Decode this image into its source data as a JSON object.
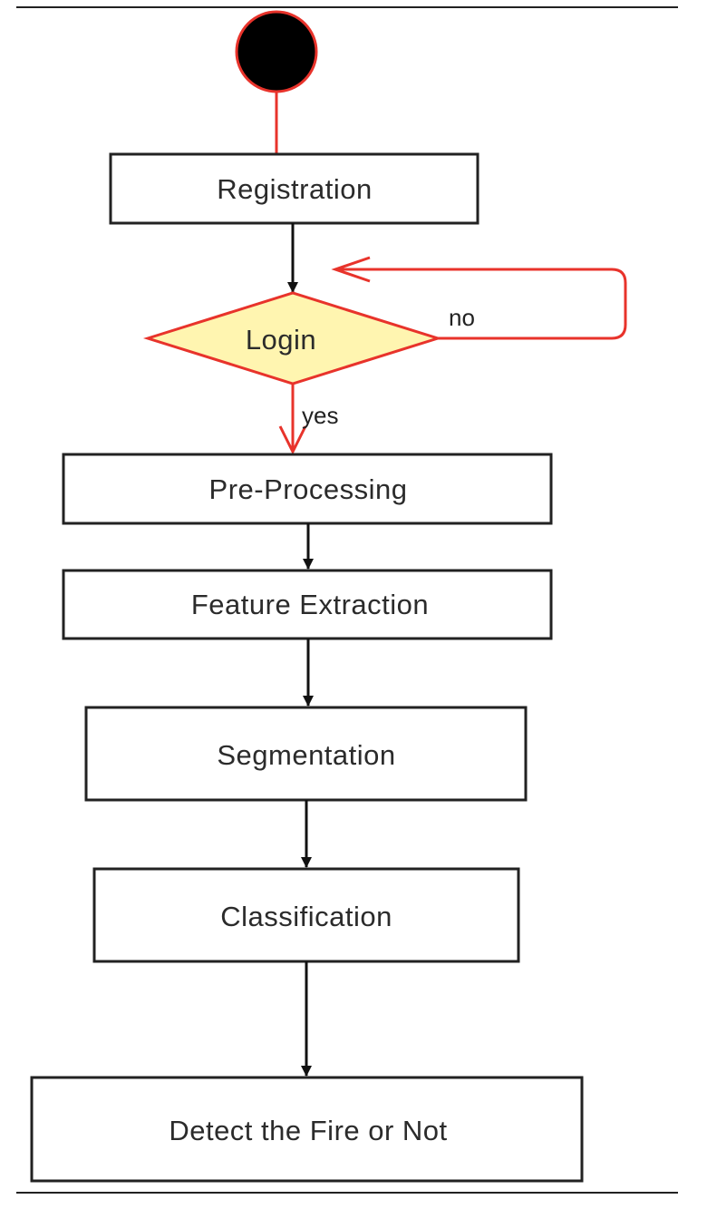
{
  "diagram": {
    "nodes": {
      "registration": "Registration",
      "login": "Login",
      "preprocessing": "Pre-Processing",
      "feature_extraction": "Feature Extraction",
      "segmentation": "Segmentation",
      "classification": "Classification",
      "detect": "Detect the Fire or Not"
    },
    "edge_labels": {
      "no": "no",
      "yes": "yes"
    }
  },
  "colors": {
    "accent": "#e8332b",
    "decision_fill": "#fff5b0",
    "start_fill": "#000000",
    "line": "#111111"
  }
}
